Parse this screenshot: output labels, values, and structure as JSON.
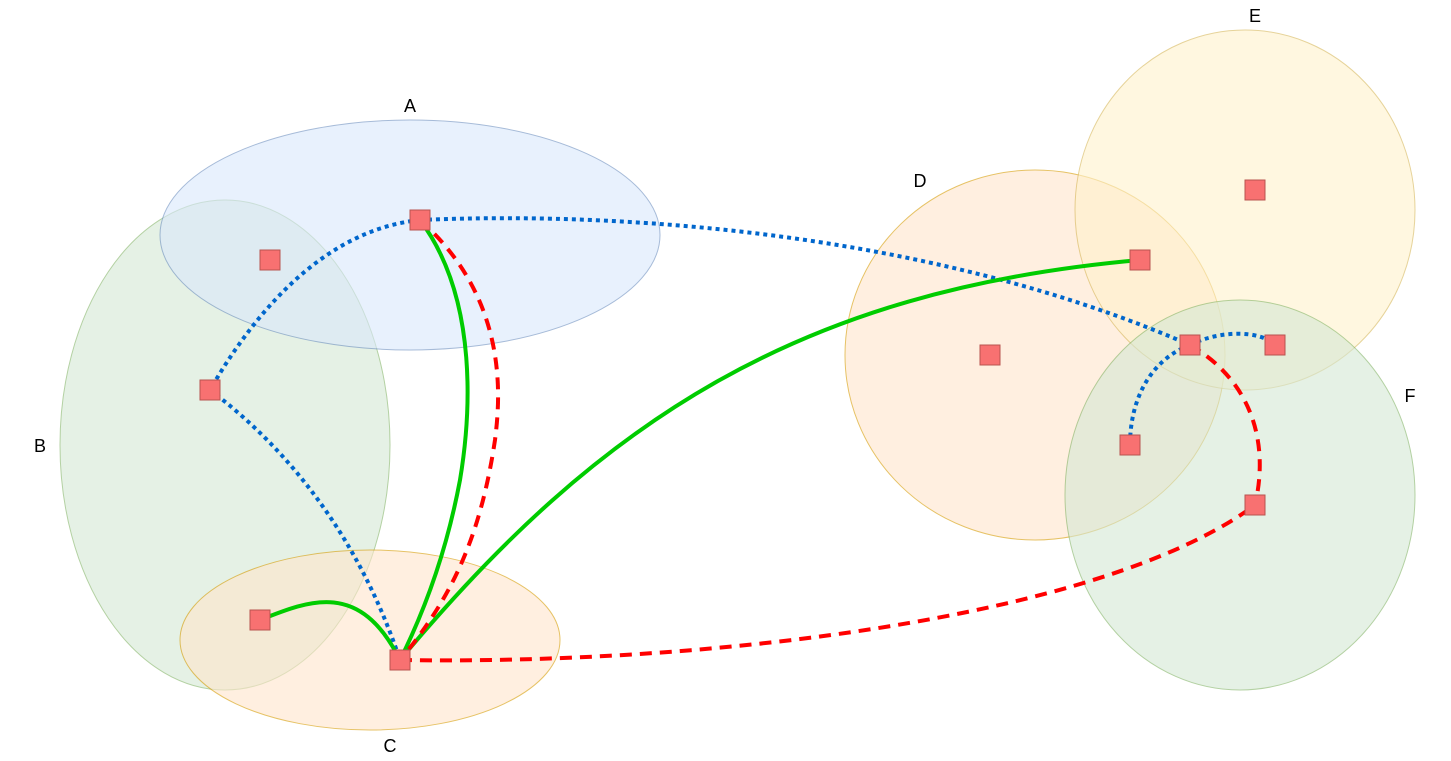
{
  "groups": [
    {
      "id": "A",
      "label": "A",
      "fill": "#dae8fc",
      "stroke": "#6c8ebf"
    },
    {
      "id": "B",
      "label": "B",
      "fill": "#d5e8d4",
      "stroke": "#82b366"
    },
    {
      "id": "C",
      "label": "C",
      "fill": "#ffe6cc",
      "stroke": "#d79b00"
    },
    {
      "id": "D",
      "label": "D",
      "fill": "#ffe6cc",
      "stroke": "#d79b00"
    },
    {
      "id": "E",
      "label": "E",
      "fill": "#fff2cc",
      "stroke": "#d6b656"
    },
    {
      "id": "F",
      "label": "F",
      "fill": "#d5e8d4",
      "stroke": "#82b366"
    }
  ],
  "node_style": {
    "fill": "#f87171",
    "stroke": "#b85450"
  },
  "nodes": [
    {
      "id": "a1"
    },
    {
      "id": "a2"
    },
    {
      "id": "b1"
    },
    {
      "id": "c1"
    },
    {
      "id": "c2"
    },
    {
      "id": "d1"
    },
    {
      "id": "d2"
    },
    {
      "id": "e1"
    },
    {
      "id": "e2"
    },
    {
      "id": "e3"
    },
    {
      "id": "f1"
    },
    {
      "id": "f2"
    }
  ],
  "edge_styles": {
    "solid": {
      "color": "#00cc00",
      "pattern": "solid"
    },
    "dashed": {
      "color": "#ff0000",
      "pattern": "dashed"
    },
    "dotted": {
      "color": "#0066cc",
      "pattern": "dotted"
    }
  },
  "edges": [
    {
      "from": "a1",
      "to": "b1",
      "style": "dotted"
    },
    {
      "from": "b1",
      "to": "c1",
      "style": "dotted"
    },
    {
      "from": "a1",
      "to": "e2",
      "style": "dotted"
    },
    {
      "from": "e2",
      "to": "e3",
      "style": "dotted"
    },
    {
      "from": "e2",
      "to": "f1",
      "style": "dotted"
    },
    {
      "from": "a1",
      "to": "c1",
      "style": "solid"
    },
    {
      "from": "c2",
      "to": "c1",
      "style": "solid"
    },
    {
      "from": "c1",
      "to": "d1",
      "style": "solid"
    },
    {
      "from": "a1",
      "to": "c1",
      "style": "dashed"
    },
    {
      "from": "c1",
      "to": "f2",
      "style": "dashed"
    },
    {
      "from": "e2",
      "to": "f2",
      "style": "dashed"
    }
  ]
}
